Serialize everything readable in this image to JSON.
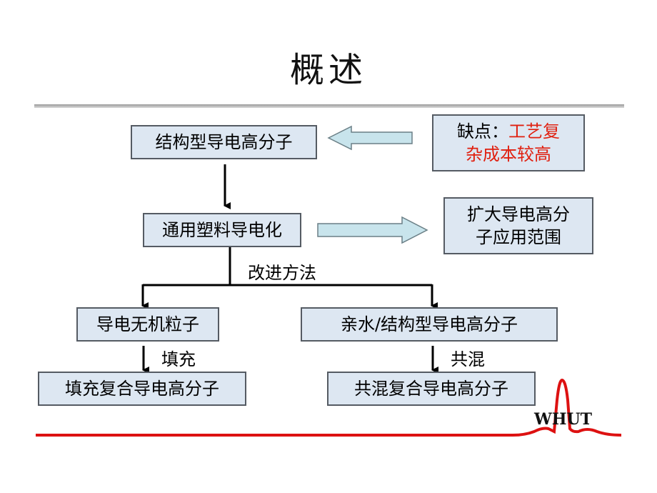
{
  "slide": {
    "title": "概述",
    "boxes": {
      "structural": "结构型导电高分子",
      "drawback_prefix": "缺点：",
      "drawback_text1": "工艺复",
      "drawback_text2": "杂成本较高",
      "plastics": "通用塑料导电化",
      "expand_line1": "扩大导电高分",
      "expand_line2": "子应用范围",
      "inorganic": "导电无机粒子",
      "hydrophilic": "亲水/结构型导电高分子",
      "filled": "填充复合导电高分子",
      "blended": "共混复合导电高分子"
    },
    "labels": {
      "improve": "改进方法",
      "fill": "填充",
      "blend": "共混"
    },
    "logo_text": "WHUT"
  },
  "colors": {
    "box_fill": "#dde7f2",
    "arrow_fill": "#c8e4ec",
    "logo_line": "#dd1111",
    "highlight": "#e02010"
  }
}
